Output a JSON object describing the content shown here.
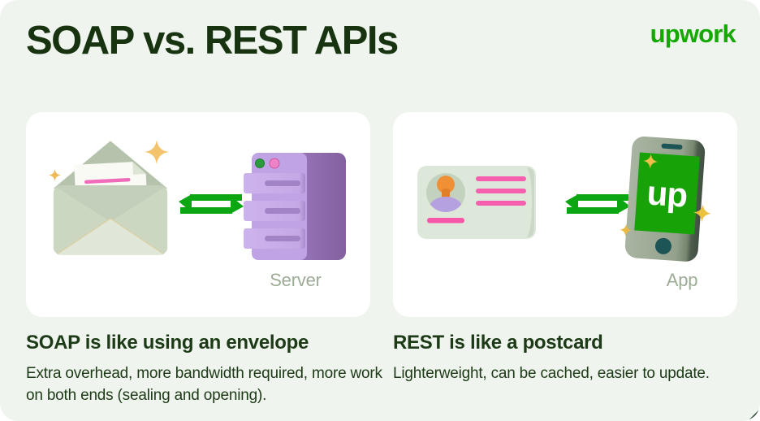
{
  "header": {
    "title": "SOAP vs. REST APIs",
    "logo_text": "upwork"
  },
  "soap": {
    "device_label": "Server",
    "heading": "SOAP is like using an envelope",
    "description": "Extra overhead, more bandwidth required, more work on both ends (sealing and opening)."
  },
  "rest": {
    "device_label": "App",
    "heading": "REST is like a postcard",
    "description": "Lighterweight, can be cached, easier to update.",
    "phone_logo_text": "up"
  },
  "icons": {
    "envelope": "envelope-icon",
    "server": "server-icon",
    "postcard": "postcard-icon",
    "phone": "phone-icon",
    "sync_arrows": "sync-arrows-icon",
    "sparkle": "sparkle-icon"
  },
  "colors": {
    "background": "#f0f4ee",
    "card_background": "#ffffff",
    "text_dark_green": "#17330f",
    "brand_green": "#14a800",
    "arrow_green": "#0ca613",
    "label_gray_green": "#9dac96",
    "server_purple": "#bfa2e4",
    "server_side_purple": "#8d69b0",
    "accent_pink": "#f65fae",
    "avatar_orange": "#ef9037",
    "avatar_purple": "#b6a1e0",
    "envelope_sage": "#c6d2bd",
    "phone_screen_green": "#17a308",
    "phone_teal": "#1d5456",
    "sparkle_gold": "#efc05c"
  }
}
